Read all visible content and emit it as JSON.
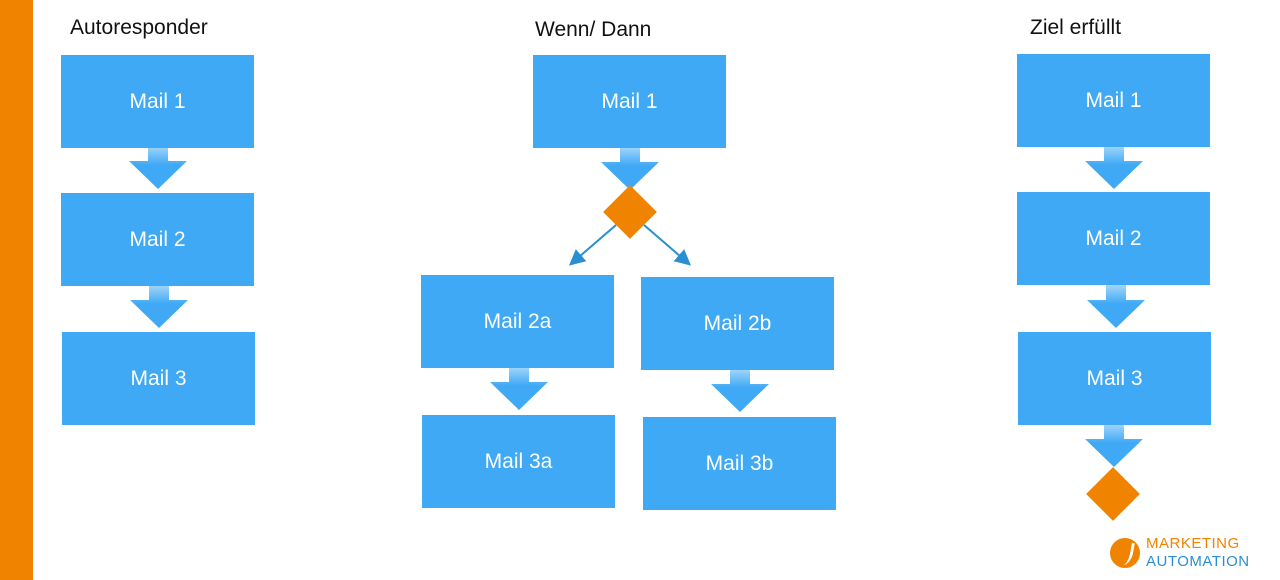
{
  "columns": {
    "autoresponder": {
      "title": "Autoresponder",
      "boxes": [
        "Mail 1",
        "Mail 2",
        "Mail 3"
      ]
    },
    "wenn_dann": {
      "title": "Wenn/ Dann",
      "top": "Mail 1",
      "left_branch": [
        "Mail 2a",
        "Mail 3a"
      ],
      "right_branch": [
        "Mail 2b",
        "Mail 3b"
      ]
    },
    "ziel": {
      "title": "Ziel erfüllt",
      "boxes": [
        "Mail 1",
        "Mail 2",
        "Mail 3"
      ]
    }
  },
  "logo": {
    "line1": "MARKETING",
    "line2": "AUTOMATION"
  },
  "colors": {
    "box": "#3fa9f5",
    "decision": "#f08300",
    "accent_bar": "#f08300",
    "branch_arrow": "#2a8fd0"
  }
}
